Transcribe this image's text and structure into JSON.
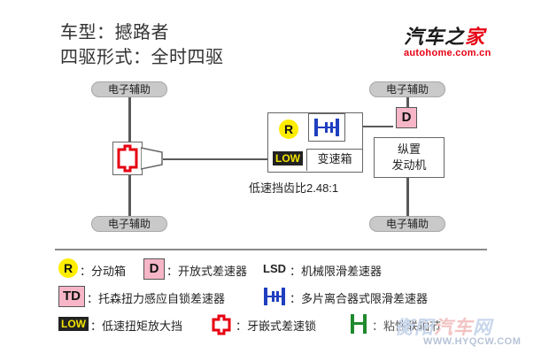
{
  "title": {
    "model_line": "车型：撼路者",
    "drive_line": "四驱形式：全时四驱"
  },
  "brand": {
    "name_dark": "汽车之",
    "name_red": "家",
    "url": "autohome.com.cn"
  },
  "diagram": {
    "aux_label": "电子辅助",
    "gearbox_label": "变速箱",
    "engine_label_1": "纵置",
    "engine_label_2": "发动机",
    "ratio_label": "低速挡齿比2.48:1",
    "r_badge": "R",
    "d_badge": "D",
    "low_badge": "LOW"
  },
  "legend": {
    "r": {
      "badge": "R",
      "text": "：分动箱"
    },
    "d": {
      "badge": "D",
      "text": "：开放式差速器"
    },
    "lsd": {
      "badge": "LSD",
      "text": "：机械限滑差速器"
    },
    "td": {
      "badge": "TD",
      "text": "：托森扭力感应自锁差速器"
    },
    "multi": {
      "text": "：多片离合器式限滑差速器"
    },
    "low": {
      "badge": "LOW",
      "text": "：低速扭矩放大挡"
    },
    "lock": {
      "text": "：牙嵌式差速锁"
    },
    "green": {
      "text": "：粘性联轴节"
    }
  },
  "watermark": {
    "left": "衡阳",
    "mid": "汽车",
    "right": "网",
    "url": "WWW.HYQCW.COM"
  },
  "colors": {
    "yellow": "#ffed00",
    "pink": "#f6b6c8",
    "red": "#e60012",
    "blue": "#1f3fbf",
    "green": "#1f8a2e",
    "dark": "#222222",
    "line": "#5a5a5a"
  }
}
